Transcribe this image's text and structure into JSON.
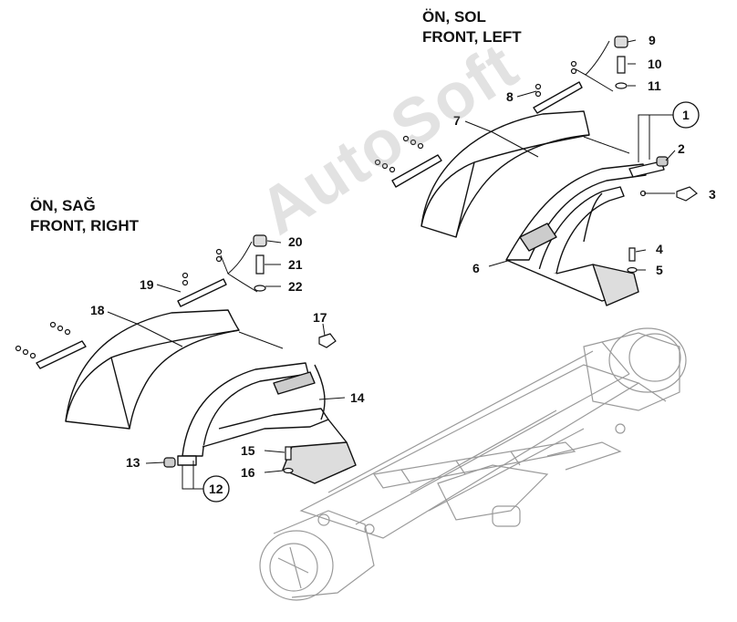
{
  "headings": {
    "left_side_tr": "ÖN, SOL",
    "left_side_en": "FRONT, LEFT",
    "right_side_tr": "ÖN, SAĞ",
    "right_side_en": "FRONT, RIGHT"
  },
  "watermark": "AutoSoft",
  "callouts": [
    "1",
    "2",
    "3",
    "4",
    "5",
    "6",
    "7",
    "8",
    "9",
    "10",
    "11",
    "12",
    "13",
    "14",
    "15",
    "16",
    "17",
    "18",
    "19",
    "20",
    "21",
    "22"
  ],
  "colors": {
    "line": "#111111",
    "axle": "#9a9a9a",
    "watermark": "#969696"
  }
}
